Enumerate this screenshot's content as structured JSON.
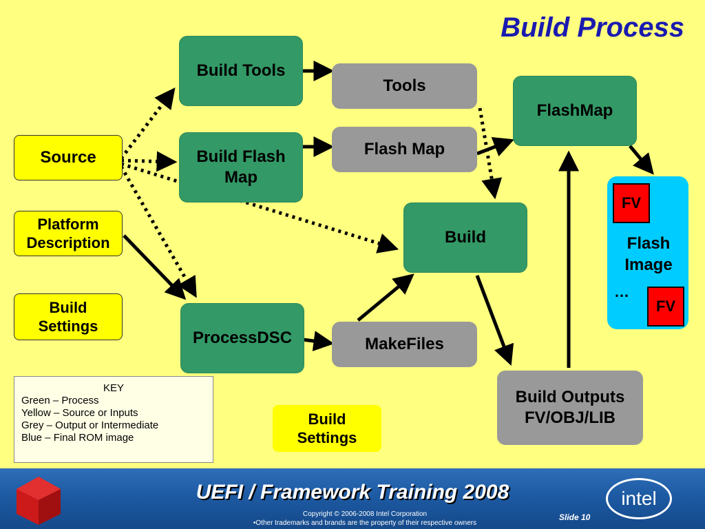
{
  "title": "Build Process",
  "boxes": {
    "build_tools": "Build Tools",
    "tools": "Tools",
    "flashmap_output": "FlashMap",
    "source": "Source",
    "build_flash_map": "Build Flash Map",
    "flash_map": "Flash Map",
    "platform_description": "Platform Description",
    "build": "Build",
    "build_settings_left": "Build Settings",
    "process_dsc": "ProcessDSC",
    "makefiles": "MakeFiles",
    "build_outputs": "Build Outputs FV/OBJ/LIB",
    "build_settings_bottom": "Build Settings"
  },
  "flash_image": {
    "fv_top": "FV",
    "label": "Flash Image",
    "ellipsis": "…",
    "fv_bottom": "FV"
  },
  "key": {
    "title": "KEY",
    "lines": [
      "Green – Process",
      "Yellow – Source or Inputs",
      "Grey – Output or Intermediate",
      "Blue – Final ROM image"
    ]
  },
  "footer": {
    "title": "UEFI / Framework Training 2008",
    "copyright": "Copyright © 2006-2008 Intel Corporation",
    "trademarks": "•Other trademarks and brands are the property of their respective owners",
    "slide": "Slide 10",
    "intel_logo": "intel"
  },
  "colors": {
    "background": "#ffff80",
    "process": "#339966",
    "intermediate": "#999999",
    "input": "#ffff00",
    "rom": "#00ccff",
    "fv": "#ff0000",
    "title": "#1a1ab0"
  }
}
